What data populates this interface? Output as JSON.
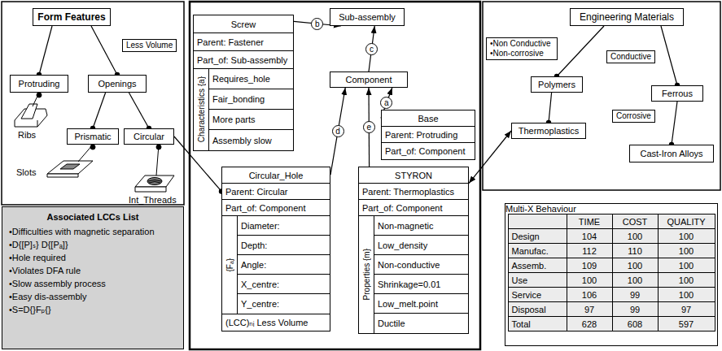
{
  "diagram": {
    "nodes": [
      {
        "text": [
          "Form Features"
        ]
      },
      {
        "text": [
          "Protruding"
        ]
      },
      {
        "text": [
          "Openings"
        ]
      },
      {
        "text": [
          "Prismatic"
        ]
      },
      {
        "text": [
          "Circular"
        ]
      },
      {
        "text": [
          "Screw",
          "Parent: Fastener",
          "Part_of: Sub-assembly",
          "Characteristics {a}",
          "Requires_hole",
          "Fair_bonding",
          "More parts",
          "Assembly slow"
        ]
      },
      {
        "text": [
          "Sub-assembly"
        ]
      },
      {
        "text": [
          "Component"
        ]
      },
      {
        "text": [
          "Base",
          "Parent: Protruding",
          "Part_of: Component"
        ]
      },
      {
        "text": [
          "Circular_Hole",
          "Parent: Circular",
          "Part_of: Component",
          "{Fₐ}",
          "Diameter:",
          "Depth:",
          "Angle:",
          "X_centre:",
          "Y_centre:",
          "(LCC)ₙᵢ Less Volume"
        ]
      },
      {
        "text": [
          "STYRON",
          "Parent: Thermoplastics",
          "Part_of: Component",
          "Properties {m}",
          "Non-magnetic",
          "Low_density",
          "Non-conductive",
          "Shrinkage=0.01",
          "Low_melt.point",
          "Ductile"
        ]
      },
      {
        "text": [
          "Engineering Materials"
        ]
      },
      {
        "text": [
          "Polymers"
        ]
      },
      {
        "text": [
          "Ferrous"
        ]
      },
      {
        "text": [
          "Thermoplastics"
        ]
      },
      {
        "text": [
          "Cast-Iron Alloys"
        ]
      },
      {
        "text": [
          "Associated LCCs List",
          "•Difficulties with magnetic separation",
          "•D{[P]ₛ} D{[Pₐ]}",
          "•Hole required",
          "•Violates DFA rule",
          "•Slow assembly process",
          "•Easy dis-assembly",
          "•S=D{}Fₚ{}"
        ]
      },
      {
        "text": [
          "Multi-X Behaviour",
          "TIME",
          "COST",
          "QUALITY",
          "Design",
          "104",
          "100",
          "100",
          "Manufac.",
          "112",
          "110",
          "100",
          "Assemb.",
          "109",
          "100",
          "100",
          "Use",
          "100",
          "100",
          "100",
          "Service",
          "106",
          "99",
          "100",
          "Disposal",
          "97",
          "99",
          "97",
          "Total",
          "628",
          "608",
          "597"
        ]
      }
    ],
    "edges": [
      {
        "from": 1,
        "to": 0,
        "arrow": "none"
      },
      {
        "from": 2,
        "to": 0,
        "label": "Less Volume",
        "arrow": "none"
      },
      {
        "from": 3,
        "to": 2,
        "arrow": "none"
      },
      {
        "from": 4,
        "to": 2,
        "arrow": "none"
      },
      {
        "from": 9,
        "to": 4,
        "arrow": "none"
      },
      {
        "from": 5,
        "to": 6,
        "label": "b",
        "arrow": "to"
      },
      {
        "from": 7,
        "to": 6,
        "label": "c",
        "arrow": "to"
      },
      {
        "from": 8,
        "to": 7,
        "label": "a",
        "arrow": "to"
      },
      {
        "from": 9,
        "to": 7,
        "label": "d",
        "arrow": "to"
      },
      {
        "from": 10,
        "to": 7,
        "label": "e",
        "arrow": "to"
      },
      {
        "from": 10,
        "to": 14,
        "arrow": "both"
      },
      {
        "from": 14,
        "to": 12,
        "arrow": "none"
      },
      {
        "from": 12,
        "to": 11,
        "label": "•Non Conductive •Non-corrosive",
        "arrow": "none"
      },
      {
        "from": 13,
        "to": 11,
        "label": "Conductive",
        "arrow": "none"
      },
      {
        "from": 15,
        "to": 13,
        "label": "Corrosive",
        "arrow": "none"
      }
    ],
    "labels": [
      "Ribs",
      "Slots",
      "Int_Threads"
    ]
  }
}
